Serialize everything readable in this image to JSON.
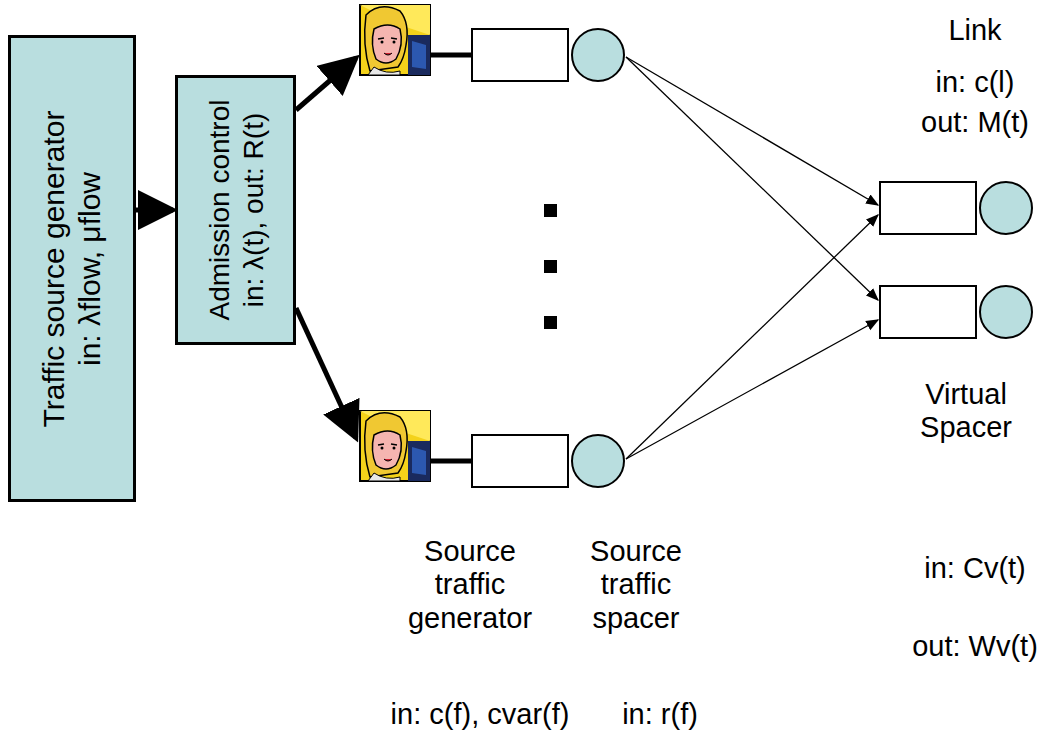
{
  "diagram": {
    "nodes": [
      {
        "text": [
          "Traffic source generator",
          "in: λflow, μflow"
        ]
      },
      {
        "text": [
          "Admission control",
          "in: λ(t), out: R(t)"
        ]
      }
    ],
    "edges": [
      {
        "from": 0,
        "to": 1,
        "arrow": "to"
      }
    ],
    "labels": [
      "Link",
      "in: c(l)",
      "out: M(t)",
      "Virtual Spacer",
      "in: Cv(t)",
      "out: Wv(t)",
      "Source traffic generator",
      "in: c(f), cvar(f)",
      "Source traffic spacer",
      "in: r(f)"
    ]
  }
}
